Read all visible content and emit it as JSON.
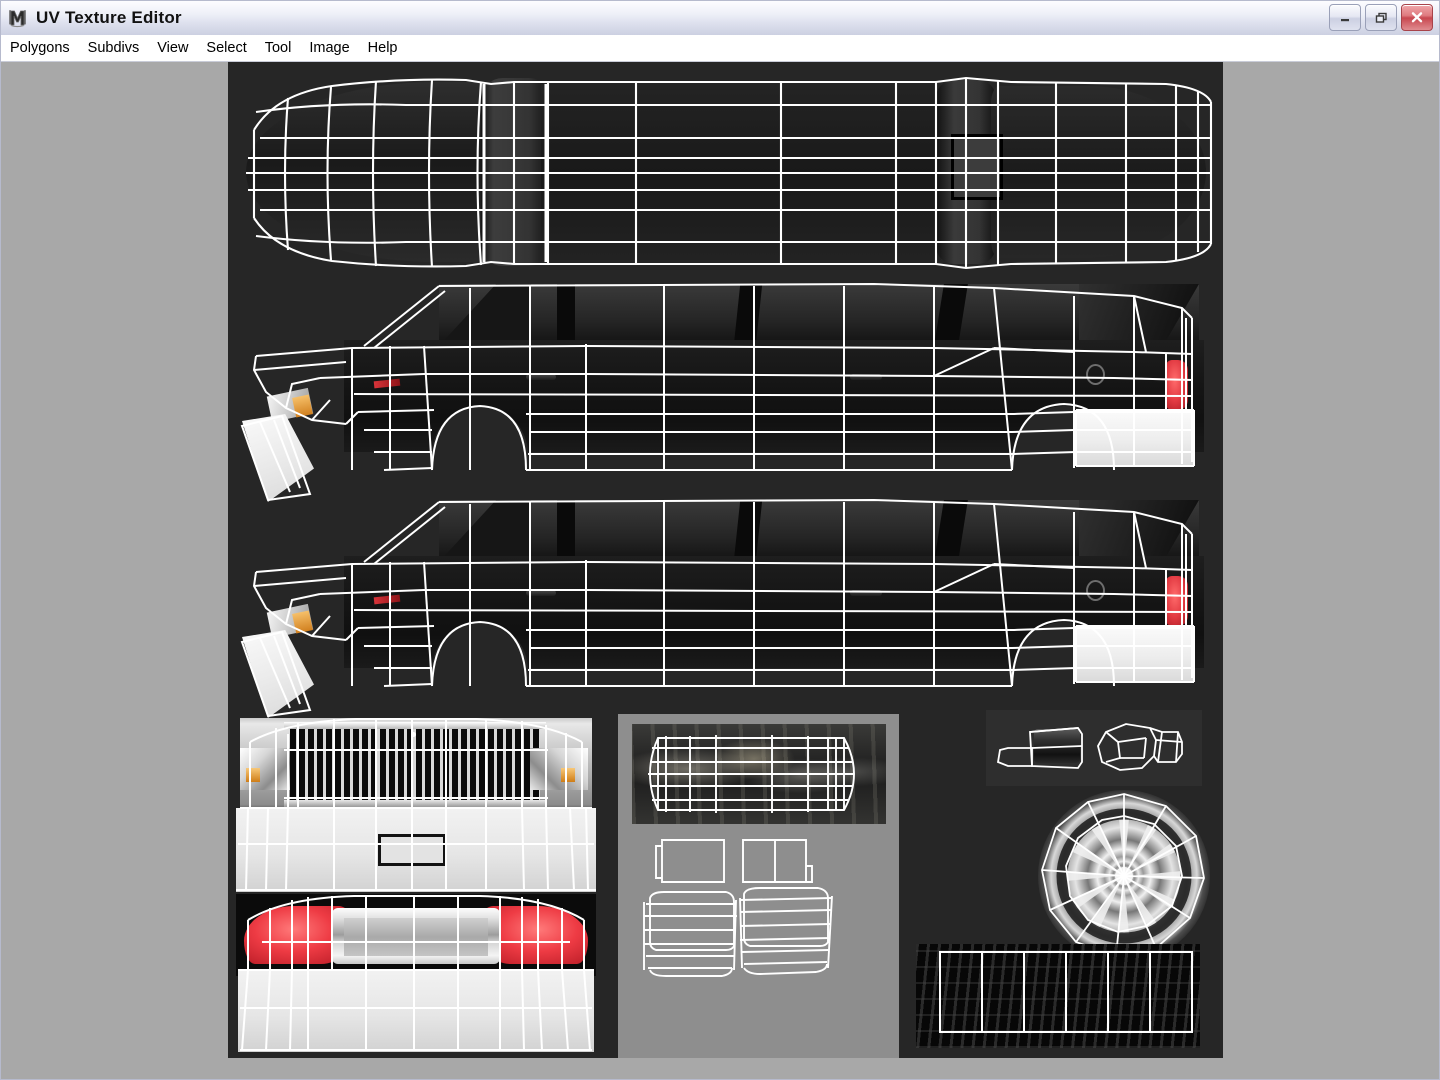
{
  "window": {
    "title": "UV Texture Editor",
    "icon": "maya-logo-icon",
    "controls": {
      "minimize": "minimize-button",
      "restore": "restore-button",
      "close": "close-button"
    }
  },
  "menubar": {
    "items": [
      {
        "label": "Polygons"
      },
      {
        "label": "Subdivs"
      },
      {
        "label": "View"
      },
      {
        "label": "Select"
      },
      {
        "label": "Tool"
      },
      {
        "label": "Image"
      },
      {
        "label": "Help"
      }
    ]
  },
  "canvas": {
    "background_color": "#262626",
    "wireframe_color": "#ffffff",
    "description": "UV texture layout of a black stretch limousine",
    "shells": [
      {
        "name": "roof-top-shell",
        "label": "Roof / hood top view"
      },
      {
        "name": "side-profile-left-shell",
        "label": "Left side profile"
      },
      {
        "name": "side-profile-right-shell",
        "label": "Right side profile"
      },
      {
        "name": "front-grille-shell",
        "label": "Front grille and bumper"
      },
      {
        "name": "rear-view-shell",
        "label": "Rear lights and bumper"
      },
      {
        "name": "undercarriage-shell",
        "label": "Undercarriage chassis"
      },
      {
        "name": "seat-panels-shell",
        "label": "Interior seat panels"
      },
      {
        "name": "exhaust-parts-shell",
        "label": "Exhaust / small parts"
      },
      {
        "name": "wheel-rim-shell",
        "label": "Alloy wheel rim"
      },
      {
        "name": "tire-tread-shell",
        "label": "Tire tread strip"
      }
    ]
  },
  "colors": {
    "desktop": "#a8a8a8",
    "canvas": "#262626",
    "wire": "#ffffff",
    "taillight": "#e8313b",
    "chrome": "#d8d8d8",
    "titlebar_text": "#121212"
  }
}
